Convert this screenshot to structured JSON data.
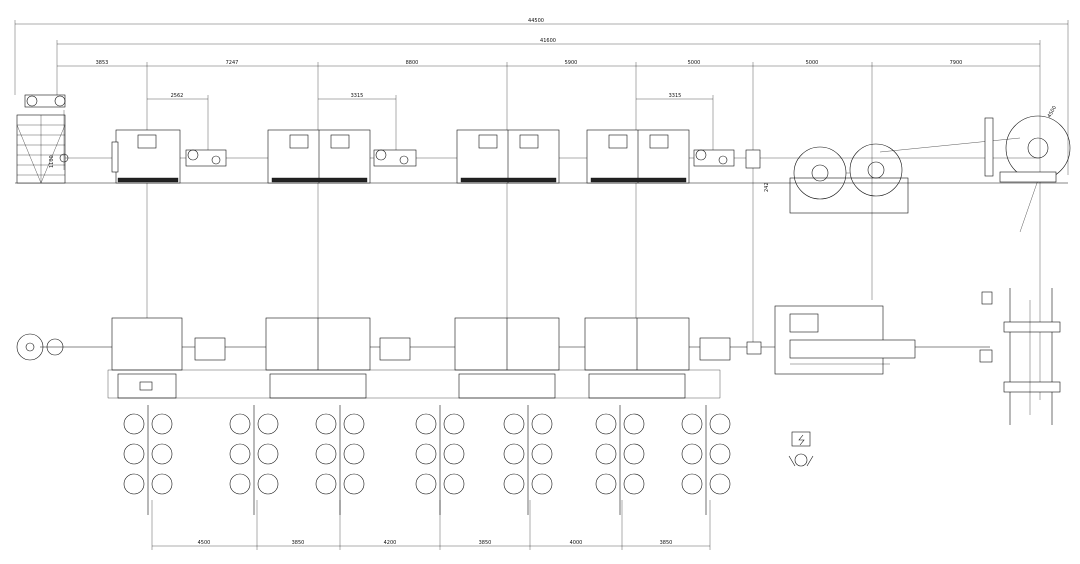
{
  "dimensions": {
    "overall_total": "44500",
    "overall_inner": "41600",
    "segments_top": [
      "3853",
      "7247",
      "8800",
      "5900",
      "5000",
      "5000",
      "7900"
    ],
    "sub_spans": [
      "2562",
      "3315",
      "3315"
    ],
    "height_mark": "1100",
    "side_mark": "242",
    "right_mark": "4500",
    "segments_bottom": [
      "4500",
      "3850",
      "4200",
      "3850",
      "4000",
      "3850"
    ]
  },
  "colors": {
    "line": "#111111",
    "background": "#ffffff"
  },
  "icons": [
    "electrical-panel-icon",
    "operator-station-icon"
  ]
}
